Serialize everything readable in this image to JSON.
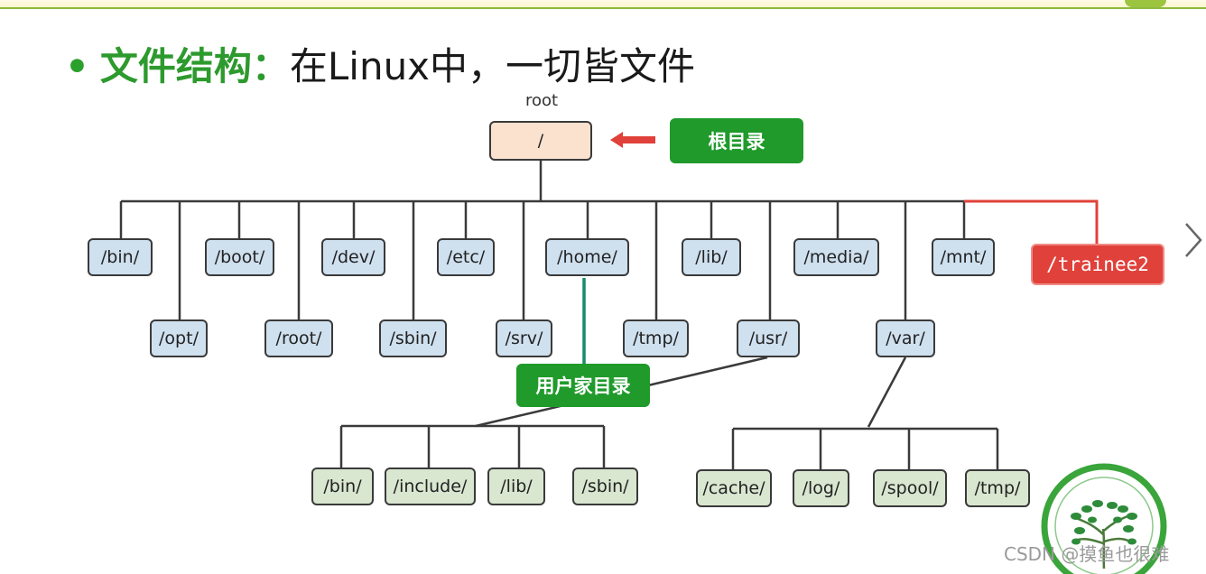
{
  "title": {
    "bullet": "•",
    "lead": "文件结构：",
    "rest": "在Linux中，一切皆文件"
  },
  "root": {
    "caption": "root",
    "label": "/"
  },
  "tags": {
    "root_dir": "根目录",
    "home_dir": "用户家目录",
    "trainee": "/trainee2"
  },
  "level1_top": [
    "/bin/",
    "/boot/",
    "/dev/",
    "/etc/",
    "/home/",
    "/lib/",
    "/media/",
    "/mnt/"
  ],
  "level1_bottom": [
    "/opt/",
    "/root/",
    "/sbin/",
    "/srv/",
    "/tmp/",
    "/usr/",
    "/var/"
  ],
  "usr_children": [
    "/bin/",
    "/include/",
    "/lib/",
    "/sbin/"
  ],
  "var_children": [
    "/cache/",
    "/log/",
    "/spool/",
    "/tmp/"
  ],
  "watermark": "CSDN @摸鱼也很难",
  "colors": {
    "title_green": "#2d9a2d",
    "tag_green": "#1f9a2b",
    "tag_red": "#e0413a",
    "node_blue": "#cfe0ef",
    "node_green": "#d9e6d0",
    "root_fill": "#fbe2cf",
    "teal_line": "#1a8a6a"
  },
  "icons": [
    "left-arrow-icon",
    "chevron-right-icon",
    "logo-tree-icon"
  ]
}
